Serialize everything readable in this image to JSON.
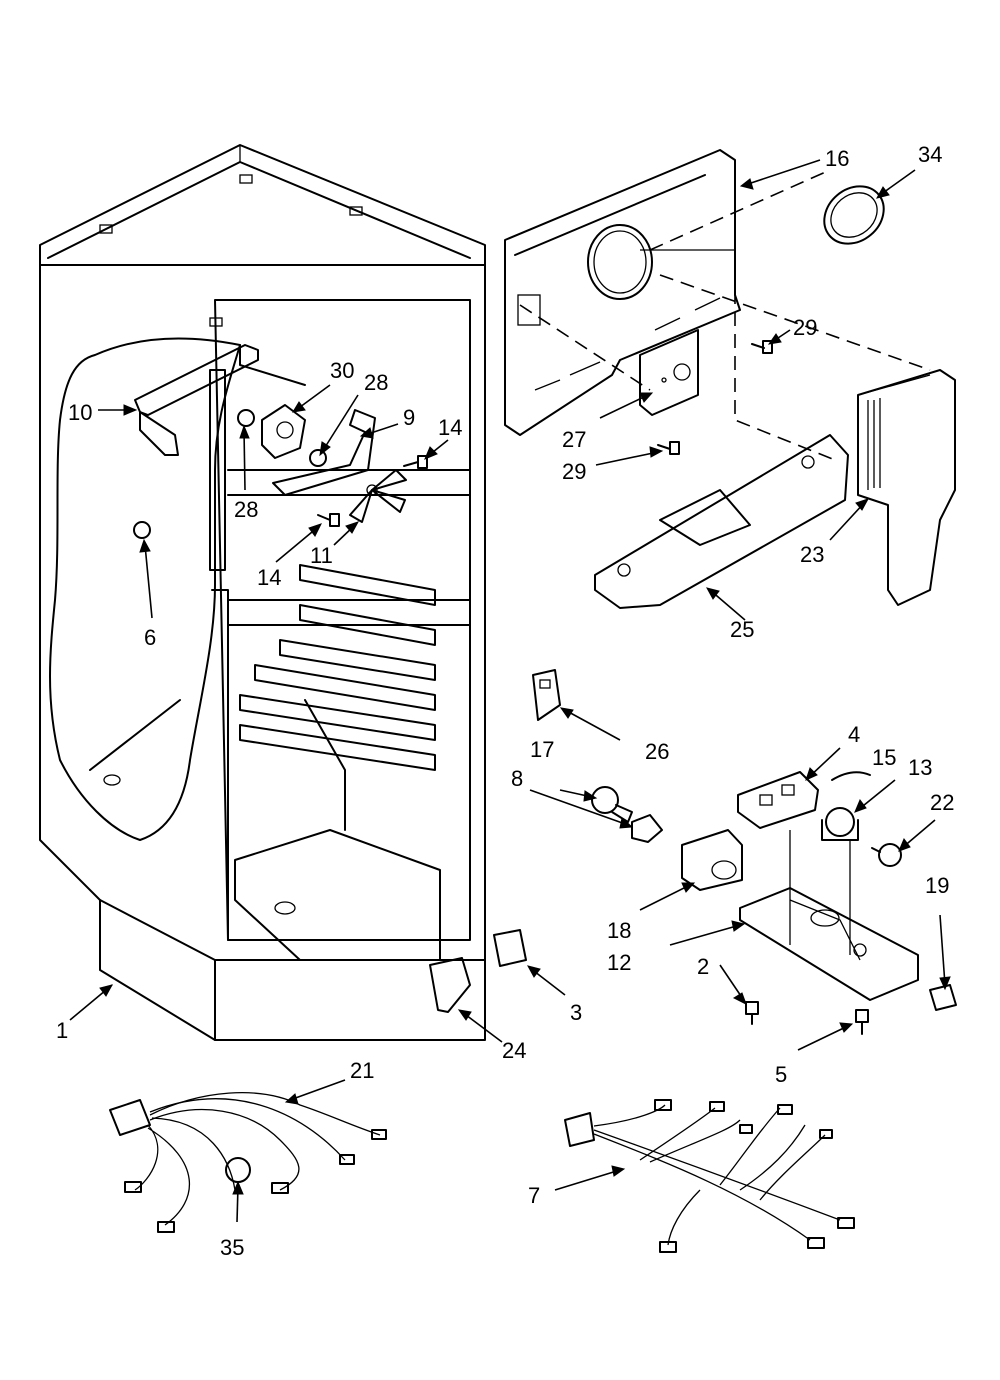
{
  "callouts": [
    {
      "id": "1",
      "text": "1"
    },
    {
      "id": "2",
      "text": "2"
    },
    {
      "id": "3",
      "text": "3"
    },
    {
      "id": "4",
      "text": "4"
    },
    {
      "id": "5",
      "text": "5"
    },
    {
      "id": "6",
      "text": "6"
    },
    {
      "id": "7",
      "text": "7"
    },
    {
      "id": "8",
      "text": "8"
    },
    {
      "id": "9",
      "text": "9"
    },
    {
      "id": "10",
      "text": "10"
    },
    {
      "id": "11",
      "text": "11"
    },
    {
      "id": "12",
      "text": "12"
    },
    {
      "id": "13",
      "text": "13"
    },
    {
      "id": "14a",
      "text": "14"
    },
    {
      "id": "14b",
      "text": "14"
    },
    {
      "id": "15",
      "text": "15"
    },
    {
      "id": "16",
      "text": "16"
    },
    {
      "id": "17",
      "text": "17"
    },
    {
      "id": "18",
      "text": "18"
    },
    {
      "id": "19",
      "text": "19"
    },
    {
      "id": "21",
      "text": "21"
    },
    {
      "id": "22",
      "text": "22"
    },
    {
      "id": "23",
      "text": "23"
    },
    {
      "id": "24",
      "text": "24"
    },
    {
      "id": "25",
      "text": "25"
    },
    {
      "id": "26",
      "text": "26"
    },
    {
      "id": "27",
      "text": "27"
    },
    {
      "id": "28a",
      "text": "28"
    },
    {
      "id": "28b",
      "text": "28"
    },
    {
      "id": "29a",
      "text": "29"
    },
    {
      "id": "29b",
      "text": "29"
    },
    {
      "id": "30",
      "text": "30"
    },
    {
      "id": "34",
      "text": "34"
    },
    {
      "id": "35",
      "text": "35"
    }
  ]
}
